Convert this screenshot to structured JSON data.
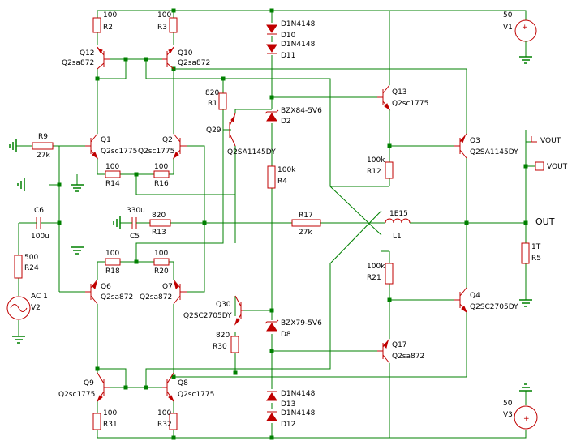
{
  "colors": {
    "wire": "#008000",
    "component": "#c00000",
    "text": "#000000",
    "background": "#ffffff"
  },
  "labels": {
    "R2_val": "100",
    "R2": "R2",
    "R3_val": "100",
    "R3": "R3",
    "D10_type": "D1N4148",
    "D10": "D10",
    "D11_type": "D1N4148",
    "D11": "D11",
    "V1_val": "50",
    "V1": "V1",
    "Q12": "Q12",
    "Q12_type": "Q2sa872",
    "Q10": "Q10",
    "Q10_type": "Q2sa872",
    "R1_val": "820",
    "R1": "R1",
    "Q13": "Q13",
    "Q13_type": "Q2sc1775",
    "D2_type": "BZX84-5V6",
    "D2": "D2",
    "Q29": "Q29",
    "Q29_type": "Q2SA1145DY",
    "R9": "R9",
    "R9_val": "27k",
    "Q1": "Q1",
    "Q1_type": "Q2sc1775",
    "Q2": "Q2",
    "Q2_type": "Q2sc1775",
    "Q3": "Q3",
    "Q3_type": "Q2SA1145DY",
    "R12_val": "100k",
    "R12": "R12",
    "VOUT1": "VOUT",
    "VOUT2": "VOUT",
    "R14_val": "100",
    "R14": "R14",
    "R16_val": "100",
    "R16": "R16",
    "R4_val": "100k",
    "R4": "R4",
    "C6": "C6",
    "C6_val": "100u",
    "C5_val": "330u",
    "C5": "C5",
    "R13_val": "820",
    "R13": "R13",
    "R17": "R17",
    "R17_val": "27k",
    "L1_val": "1E15",
    "L1": "L1",
    "OUT": "OUT",
    "R24_val": "500",
    "R24": "R24",
    "R5_val": "1T",
    "R5": "R5",
    "R18_val": "100",
    "R18": "R18",
    "R20_val": "100",
    "R20": "R20",
    "R21_val": "100k",
    "R21": "R21",
    "V2_type": "AC 1",
    "V2": "V2",
    "Q6": "Q6",
    "Q6_type": "Q2sa872",
    "Q7": "Q7",
    "Q7_type": "Q2sa872",
    "Q4": "Q4",
    "Q4_type": "Q2SC2705DY",
    "Q30": "Q30",
    "Q30_type": "Q2SC2705DY",
    "D8_type": "BZX79-5V6",
    "D8": "D8",
    "R30_val": "820",
    "R30": "R30",
    "Q17": "Q17",
    "Q17_type": "Q2sa872",
    "Q9": "Q9",
    "Q9_type": "Q2sc1775",
    "Q8": "Q8",
    "Q8_type": "Q2sc1775",
    "D13_type": "D1N4148",
    "D13": "D13",
    "D12_type": "D1N4148",
    "D12": "D12",
    "R31_val": "100",
    "R31": "R31",
    "R32_val": "100",
    "R32": "R32",
    "V3_val": "50",
    "V3": "V3"
  }
}
